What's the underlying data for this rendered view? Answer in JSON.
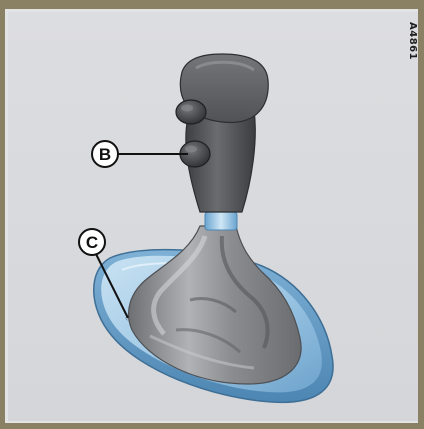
{
  "reference_code": "A4861",
  "callouts": [
    {
      "id": "B",
      "label": "B"
    },
    {
      "id": "C",
      "label": "C"
    }
  ],
  "colors": {
    "frame": "#8a8064",
    "background": "#dcdde0",
    "knob": "#525458",
    "boot": "#8b8d90",
    "console": "#9fc8e6"
  }
}
